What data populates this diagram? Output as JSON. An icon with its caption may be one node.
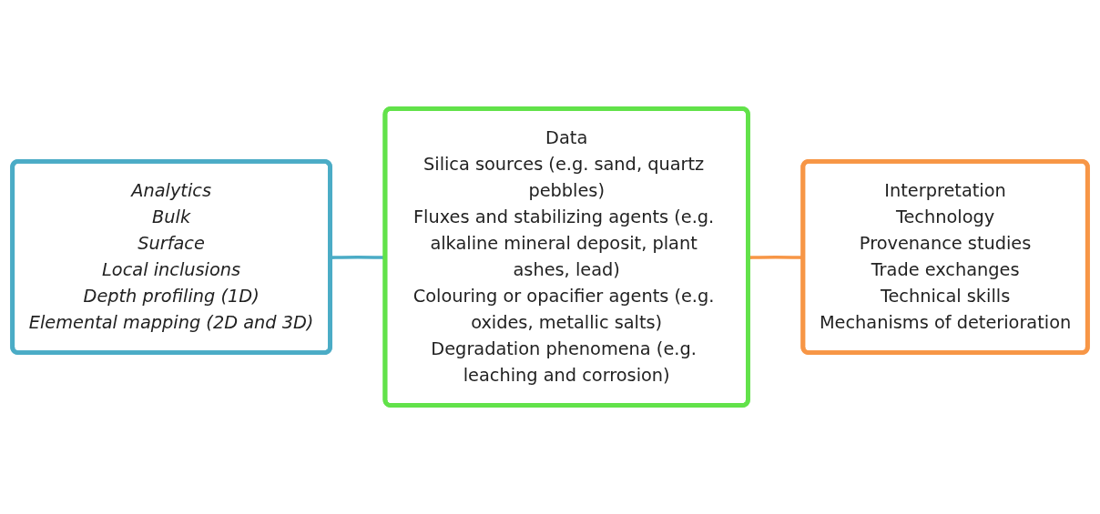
{
  "diagram": {
    "nodes": [
      {
        "text": [
          "Analytics",
          "Bulk",
          "Surface",
          "Local inclusions",
          "Depth profiling (1D)",
          "Elemental mapping (2D and 3D)"
        ]
      },
      {
        "text": [
          "Data",
          "Silica sources (e.g. sand, quartz pebbles)",
          "Fluxes and stabilizing agents (e.g. alkaline mineral deposit, plant ashes, lead)",
          "Colouring or opacifier agents (e.g. oxides, metallic salts)",
          "Degradation phenomena (e.g. leaching and corrosion)"
        ]
      },
      {
        "text": [
          "Interpretation",
          "Technology",
          "Provenance studies",
          "Trade exchanges",
          "Technical skills",
          "Mechanisms of deterioration"
        ]
      }
    ],
    "edges": [
      {
        "from": 0,
        "to": 1,
        "arrow": "none",
        "color": "#4bacc6"
      },
      {
        "from": 1,
        "to": 2,
        "arrow": "none",
        "color": "#f79646"
      }
    ]
  }
}
